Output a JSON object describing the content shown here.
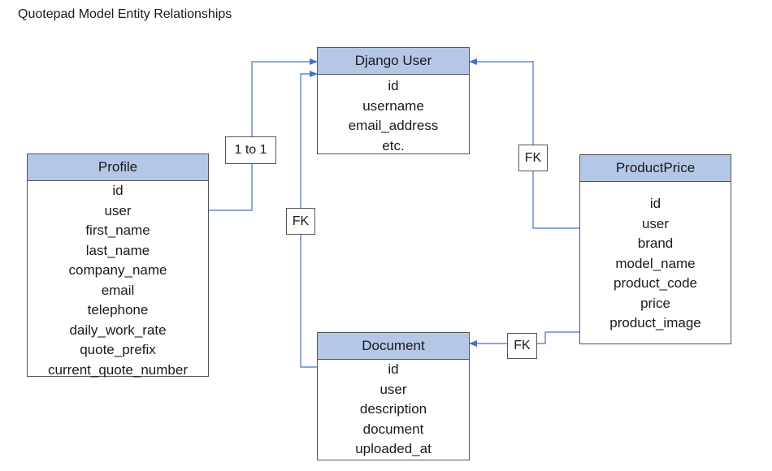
{
  "title": "Quotepad Model Entity Relationships",
  "colors": {
    "header_fill": "#b4c7e7",
    "border": "#555555",
    "connector": "#4472c4"
  },
  "entities": {
    "django_user": {
      "name": "Django User",
      "fields": [
        "id",
        "username",
        "email_address",
        "etc."
      ]
    },
    "profile": {
      "name": "Profile",
      "fields": [
        "id",
        "user",
        "first_name",
        "last_name",
        "company_name",
        "email",
        "telephone",
        "daily_work_rate",
        "quote_prefix",
        "current_quote_number"
      ]
    },
    "product_price": {
      "name": "ProductPrice",
      "fields": [
        "id",
        "user",
        "brand",
        "model_name",
        "product_code",
        "price",
        "product_image"
      ]
    },
    "document": {
      "name": "Document",
      "fields": [
        "id",
        "user",
        "description",
        "document",
        "uploaded_at"
      ]
    }
  },
  "relationships": {
    "profile_user": {
      "from": "Profile",
      "to": "Django User",
      "label": "1 to 1"
    },
    "document_user": {
      "from": "Document",
      "to": "Django User",
      "label": "FK"
    },
    "productprice_user": {
      "from": "ProductPrice",
      "to": "Django User",
      "label": "FK"
    },
    "productprice_document": {
      "from": "ProductPrice",
      "to": "Document",
      "label": "FK"
    }
  }
}
